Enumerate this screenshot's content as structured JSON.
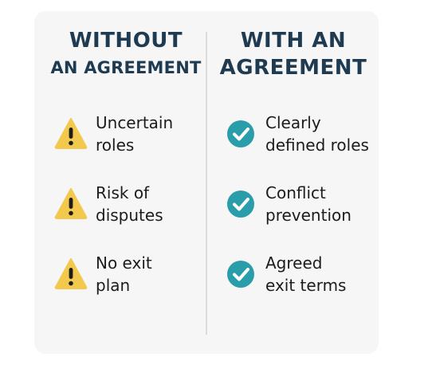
{
  "colors": {
    "heading": "#1f3b52",
    "warning": "#f2c94c",
    "check": "#2a9dab",
    "card": "#f6f6f7",
    "divider": "#dcdcde"
  },
  "left_column": {
    "heading": [
      "WITHOUT",
      "AN AGREEMENT"
    ],
    "icon": "warning-icon",
    "items": [
      {
        "lines": [
          "Uncertain",
          "roles"
        ]
      },
      {
        "lines": [
          "Risk of",
          "disputes"
        ]
      },
      {
        "lines": [
          "No exit",
          "plan"
        ]
      }
    ]
  },
  "right_column": {
    "heading": [
      "WITH AN",
      "AGREEMENT"
    ],
    "icon": "check-circle-icon",
    "items": [
      {
        "lines": [
          "Clearly",
          "defined roles"
        ]
      },
      {
        "lines": [
          "Conflict",
          "prevention"
        ]
      },
      {
        "lines": [
          "Agreed",
          "exit terms"
        ]
      }
    ]
  }
}
